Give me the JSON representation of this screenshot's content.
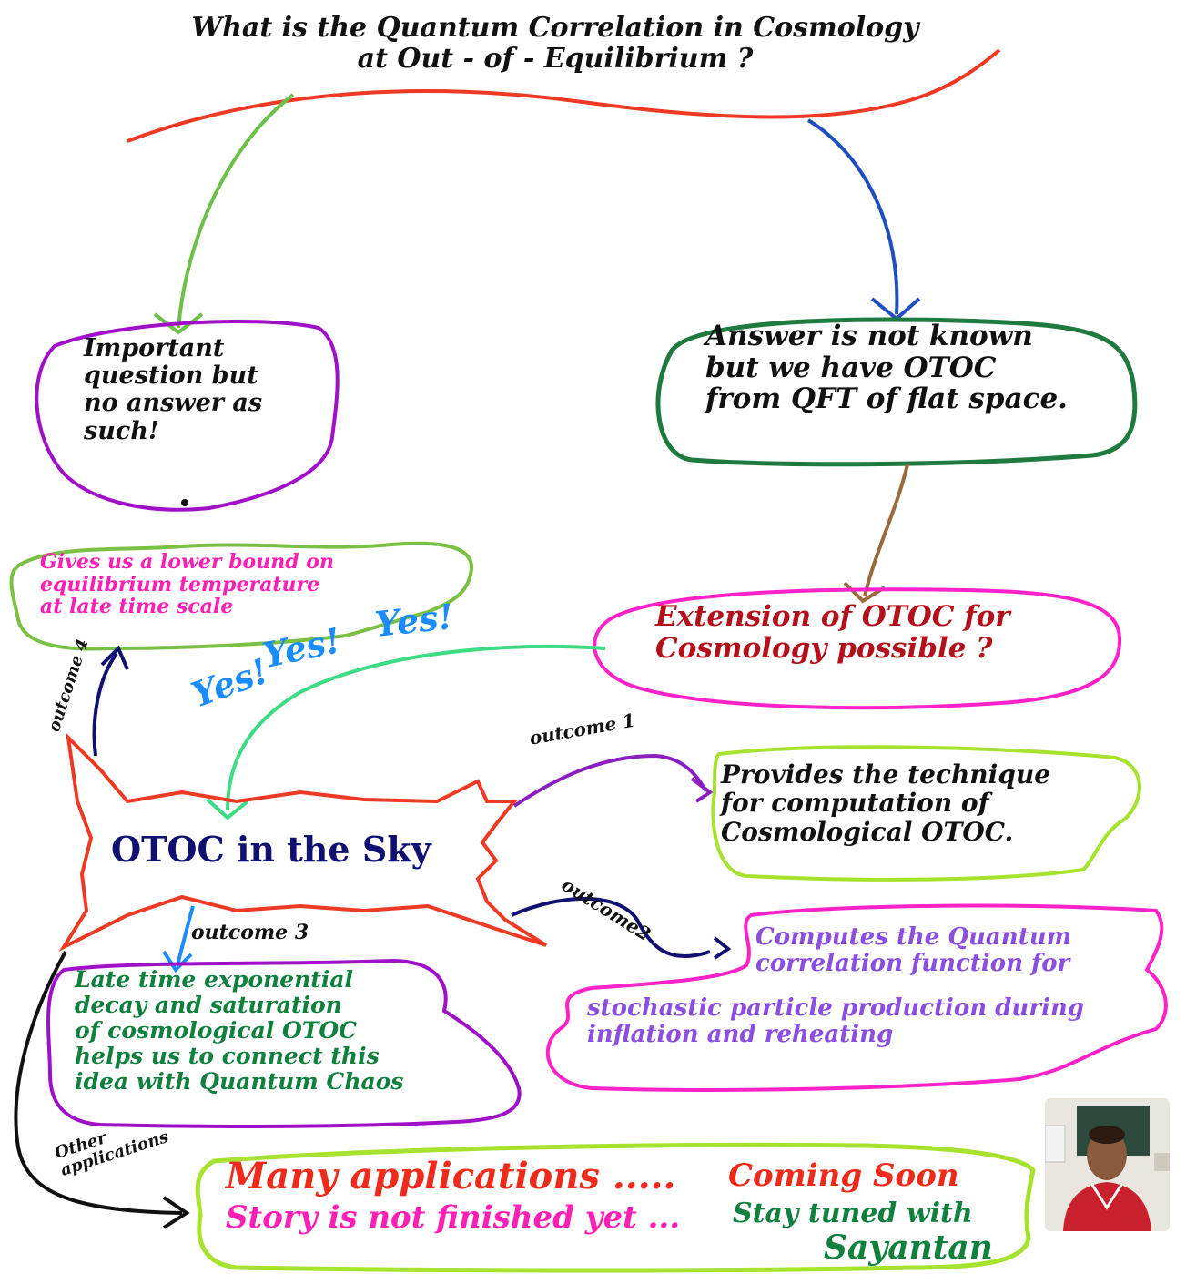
{
  "title": {
    "line1": "What is the Quantum Correlation in Cosmology",
    "line2": "at Out - of - Equilibrium ?"
  },
  "left_box": {
    "lines": [
      "Important",
      "question but",
      "no answer as",
      "such!"
    ]
  },
  "right_box": {
    "lines": [
      "Answer is not known",
      "but we have OTOC",
      "from QFT of flat space."
    ]
  },
  "lower_bound_box": {
    "lines": [
      "Gives us a lower bound on",
      "equilibrium temperature",
      "at late time scale"
    ]
  },
  "extension_box": {
    "lines": [
      "Extension of OTOC for",
      "Cosmology possible ?"
    ]
  },
  "yes": {
    "first": "Yes!",
    "second": "Yes!",
    "third": "Yes!"
  },
  "center": {
    "label": "OTOC in the Sky"
  },
  "outcomes": {
    "outcome1": "outcome 1",
    "outcome2": "outcome2",
    "outcome3": "outcome 3",
    "outcome4": "outcome 4",
    "other": [
      "Other",
      "applications"
    ]
  },
  "provides_box": {
    "lines": [
      "Provides the technique",
      "for computation of",
      "Cosmological OTOC."
    ]
  },
  "computes_box": {
    "lines_top": [
      "Computes the Quantum",
      "correlation function for"
    ],
    "lines_bottom": [
      "stochastic particle production during",
      "inflation and reheating"
    ]
  },
  "late_box": {
    "lines": [
      "Late time exponential",
      "decay and saturation",
      "of cosmological OTOC",
      "helps us to connect this",
      "idea with Quantum Chaos"
    ]
  },
  "footer": {
    "many": "Many applications .....",
    "coming": "Coming Soon",
    "story": "Story is not finished yet ...",
    "stay": "Stay tuned with",
    "name": "Sayantan"
  },
  "colors": {
    "title_line": "#ee3a24",
    "green_arrow": "#6cc04a",
    "blue_arrow": "#1f4fbf",
    "brown_arrow": "#9a6a3a",
    "purple": "#a010c8",
    "dark_green": "#1e7a3e",
    "magenta": "#ff22c8",
    "lime": "#a6e22e",
    "light_green": "#7ac143",
    "star_red": "#ee3a24",
    "navy": "#101070",
    "yes_blue": "#1a8cff"
  }
}
